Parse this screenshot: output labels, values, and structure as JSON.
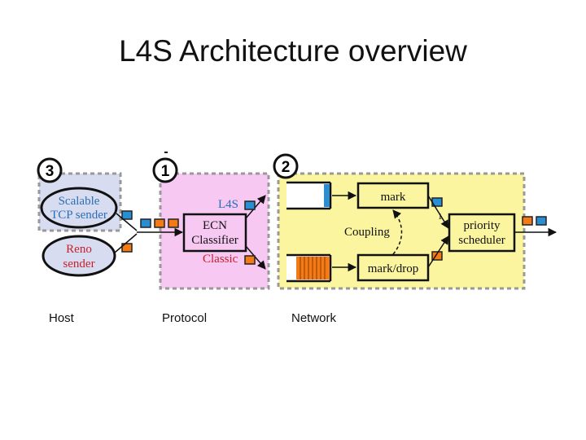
{
  "slide": {
    "title": "L4S Architecture overview",
    "captions": {
      "host": "Host",
      "protocol": "Protocol",
      "network": "Network"
    }
  },
  "diagram": {
    "colors": {
      "host_region": "#d8dcf0",
      "protocol_region": "#f6c8f2",
      "network_region": "#fbf5a0",
      "packet_blue": "#2a8fd2",
      "packet_orange": "#f47a15",
      "scalable_label": "#2a6fb5",
      "reno_label": "#c8202a",
      "l4s_label": "#2a6fb5",
      "classic_label": "#c8202a"
    },
    "badges": {
      "host": "3",
      "protocol": "1",
      "network": "2"
    },
    "host": {
      "scalable_sender": [
        "Scalable",
        "TCP sender"
      ],
      "reno_sender": [
        "Reno",
        "sender"
      ]
    },
    "protocol": {
      "classifier": [
        "ECN",
        "Classifier"
      ],
      "l4s_label": "L4S",
      "classic_label": "Classic"
    },
    "network": {
      "mark_label": "mark",
      "markdrop_label": "mark/drop",
      "coupling_label": "Coupling",
      "scheduler": [
        "priority",
        "scheduler"
      ],
      "weight_label": "1"
    }
  }
}
